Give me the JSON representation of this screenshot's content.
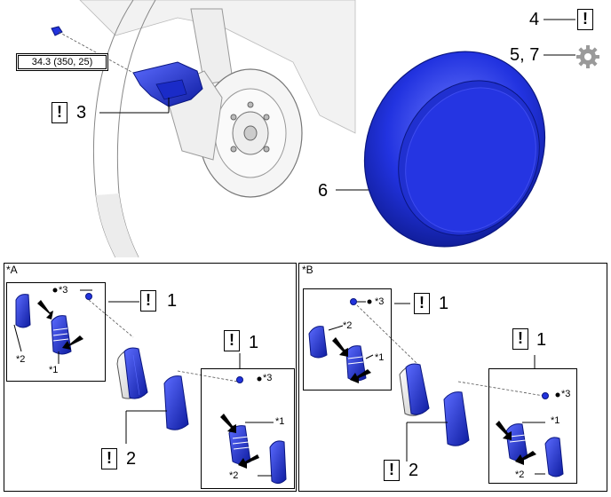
{
  "torque": {
    "text": "34.3 (350, 25)"
  },
  "callouts": {
    "c3": "3",
    "c4": "4",
    "c57": "5, 7",
    "c6": "6",
    "a_top1": "1",
    "a_right1": "1",
    "a_bottom2": "2",
    "b_top1": "1",
    "b_right1": "1",
    "b_bottom2": "2"
  },
  "panels": {
    "a": {
      "title": "*A",
      "m1": "*1",
      "m2": "*2",
      "m3": "*3",
      "r1": "*1",
      "r2": "*2",
      "r3": "*3"
    },
    "b": {
      "title": "*B",
      "m1": "*1",
      "m2": "*2",
      "m3": "*3",
      "r1": "*1",
      "r2": "*2",
      "r3": "*3"
    }
  },
  "icons": {
    "caution": "!",
    "gear": "gear-icon",
    "arrow": "arrow-icon"
  },
  "colors": {
    "part_blue": "#2a3bd8",
    "part_dark": "#0a1680",
    "panel_border": "#000000",
    "line": "#000000"
  }
}
